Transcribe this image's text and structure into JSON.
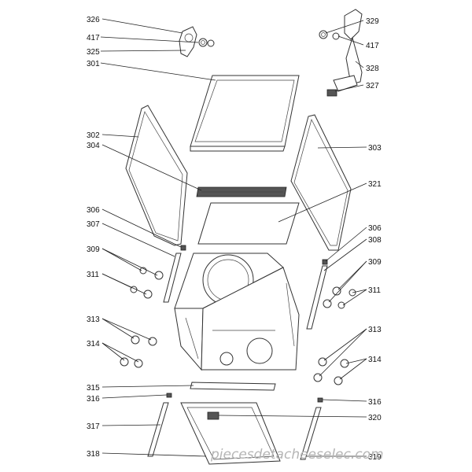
{
  "callouts": [
    {
      "id": "326",
      "text": "326"
    },
    {
      "id": "417a",
      "text": "417"
    },
    {
      "id": "325",
      "text": "325"
    },
    {
      "id": "301",
      "text": "301"
    },
    {
      "id": "329",
      "text": "329"
    },
    {
      "id": "417b",
      "text": "417"
    },
    {
      "id": "328",
      "text": "328"
    },
    {
      "id": "327",
      "text": "327"
    },
    {
      "id": "302",
      "text": "302"
    },
    {
      "id": "304",
      "text": "304"
    },
    {
      "id": "303",
      "text": "303"
    },
    {
      "id": "321",
      "text": "321"
    },
    {
      "id": "306a",
      "text": "306"
    },
    {
      "id": "307",
      "text": "307"
    },
    {
      "id": "306b",
      "text": "306"
    },
    {
      "id": "308",
      "text": "308"
    },
    {
      "id": "309a",
      "text": "309"
    },
    {
      "id": "311a",
      "text": "311"
    },
    {
      "id": "309b",
      "text": "309"
    },
    {
      "id": "311b",
      "text": "311"
    },
    {
      "id": "313a",
      "text": "313"
    },
    {
      "id": "314a",
      "text": "314"
    },
    {
      "id": "313b",
      "text": "313"
    },
    {
      "id": "314b",
      "text": "314"
    },
    {
      "id": "315",
      "text": "315"
    },
    {
      "id": "316a",
      "text": "316"
    },
    {
      "id": "316b",
      "text": "316"
    },
    {
      "id": "320",
      "text": "320"
    },
    {
      "id": "317",
      "text": "317"
    },
    {
      "id": "318",
      "text": "318"
    },
    {
      "id": "319",
      "text": "319"
    }
  ],
  "watermark": "piecesdetacheeselec.com"
}
